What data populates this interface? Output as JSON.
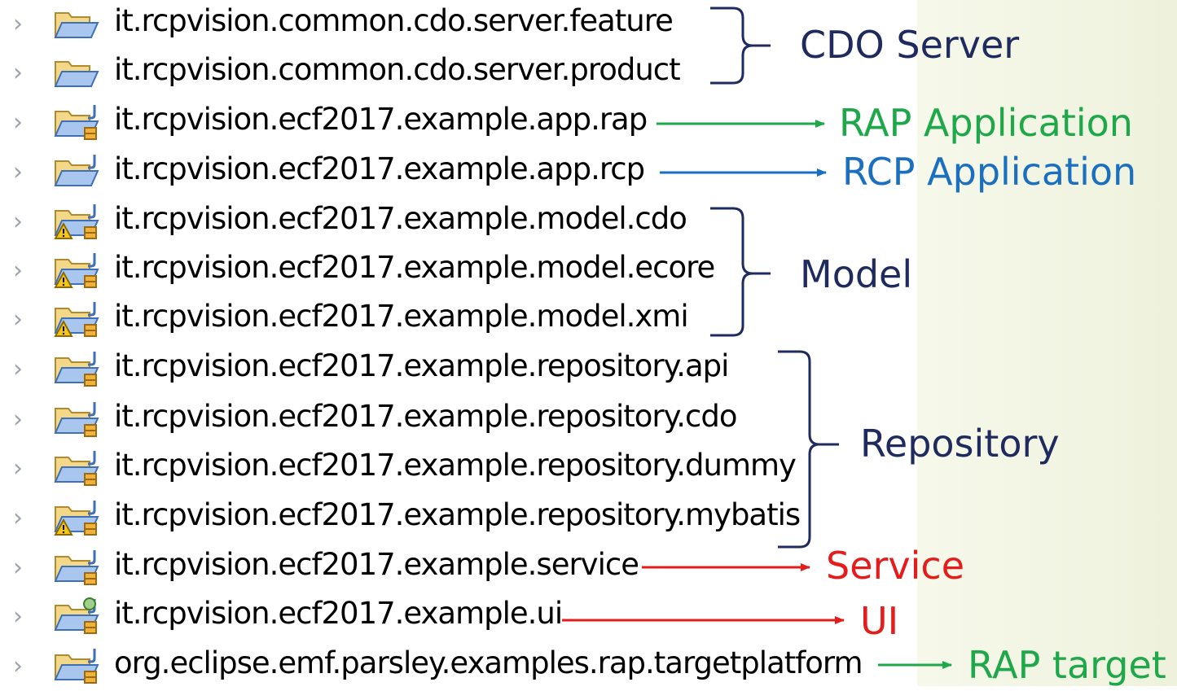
{
  "projects": [
    {
      "name": "it.rcpvision.common.cdo.server.feature",
      "icon": "folder-icon"
    },
    {
      "name": "it.rcpvision.common.cdo.server.product",
      "icon": "folder-icon"
    },
    {
      "name": "it.rcpvision.ecf2017.example.app.rap",
      "icon": "plugin-project-icon"
    },
    {
      "name": "it.rcpvision.ecf2017.example.app.rcp",
      "icon": "plugin-folder-icon"
    },
    {
      "name": "it.rcpvision.ecf2017.example.model.cdo",
      "icon": "plugin-warning-icon"
    },
    {
      "name": "it.rcpvision.ecf2017.example.model.ecore",
      "icon": "plugin-warning-icon"
    },
    {
      "name": "it.rcpvision.ecf2017.example.model.xmi",
      "icon": "plugin-warning-icon"
    },
    {
      "name": "it.rcpvision.ecf2017.example.repository.api",
      "icon": "plugin-project-icon"
    },
    {
      "name": "it.rcpvision.ecf2017.example.repository.cdo",
      "icon": "plugin-project-icon"
    },
    {
      "name": "it.rcpvision.ecf2017.example.repository.dummy",
      "icon": "plugin-project-icon"
    },
    {
      "name": "it.rcpvision.ecf2017.example.repository.mybatis",
      "icon": "plugin-warning-icon"
    },
    {
      "name": "it.rcpvision.ecf2017.example.service",
      "icon": "plugin-project-icon"
    },
    {
      "name": "it.rcpvision.ecf2017.example.ui",
      "icon": "plugin-ui-icon"
    },
    {
      "name": "org.eclipse.emf.parsley.examples.rap.targetplatform",
      "icon": "target-project-icon"
    }
  ],
  "annotations": {
    "cdo_server": "CDO Server",
    "rap_application": "RAP Application",
    "rcp_application": "RCP Application",
    "model": "Model",
    "repository": "Repository",
    "service": "Service",
    "ui": "UI",
    "rap_target": "RAP target"
  },
  "colors": {
    "navy": "#1f2b5e",
    "green": "#1ea84a",
    "blue": "#1a6fc0",
    "red": "#e51c1c",
    "chevron": "#9aa3ab"
  }
}
